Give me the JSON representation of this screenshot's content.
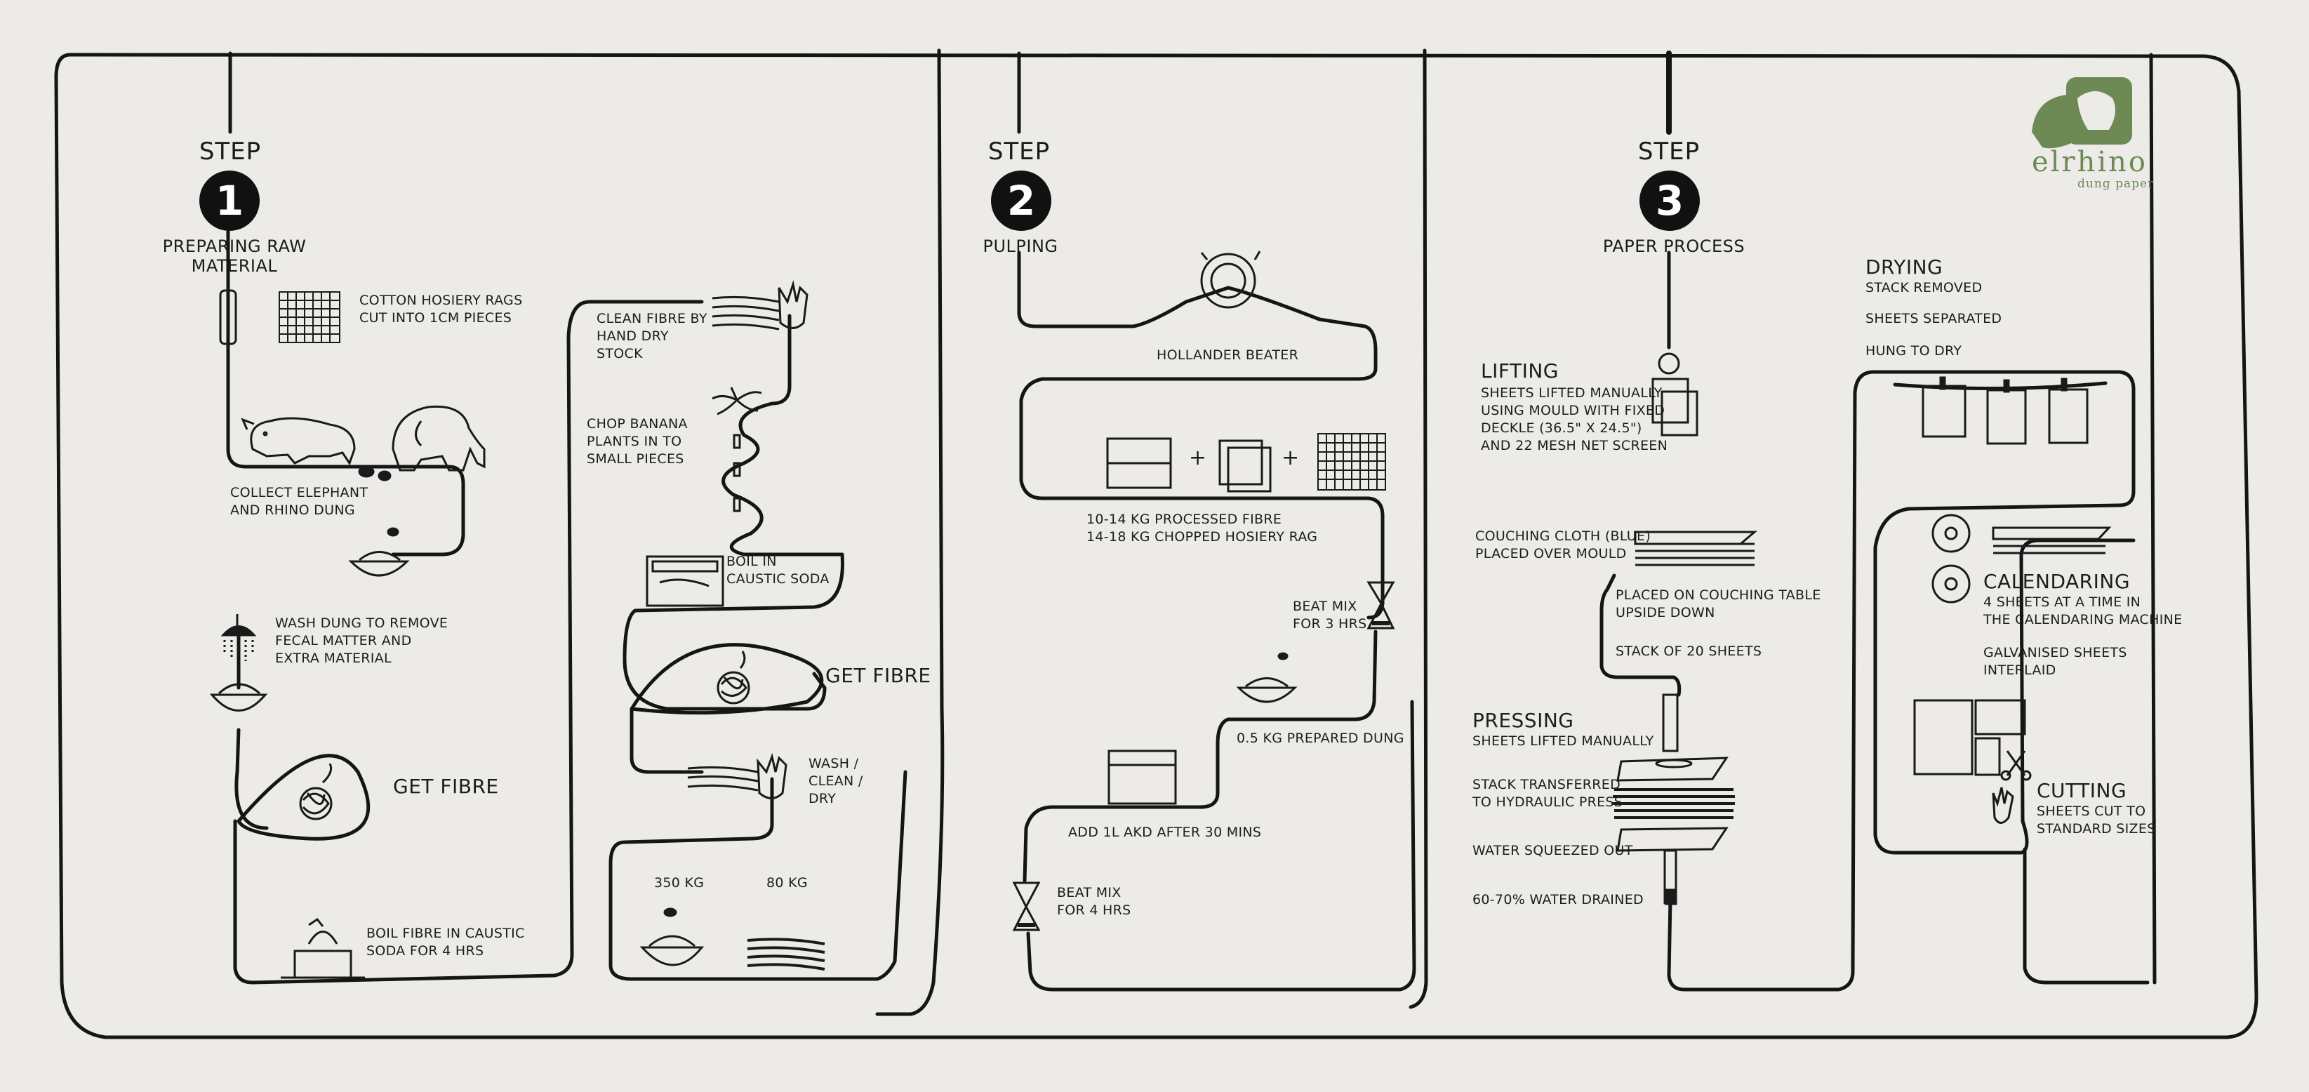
{
  "brand": {
    "name": "elrhino",
    "tagline": "dung paper",
    "color": "#6d8a55"
  },
  "steps": [
    {
      "word": "STEP",
      "number": "1",
      "title": "PREPARING RAW MATERIAL"
    },
    {
      "word": "STEP",
      "number": "2",
      "title": "PULPING"
    },
    {
      "word": "STEP",
      "number": "3",
      "title": "PAPER PROCESS"
    }
  ],
  "step1": {
    "rags": "COTTON HOSIERY RAGS\nCUT INTO 1CM PIECES",
    "collect": "COLLECT ELEPHANT\nAND RHINO DUNG",
    "wash": "WASH DUNG TO REMOVE\nFECAL MATTER AND\nEXTRA MATERIAL",
    "get_fibre": "GET FIBRE",
    "boil": "BOIL FIBRE IN CAUSTIC\nSODA FOR 4 HRS",
    "clean_fibre": "CLEAN FIBRE BY\nHAND DRY\nSTOCK",
    "chop": "CHOP BANANA\nPLANTS IN TO\nSMALL PIECES",
    "boil_soda": "BOIL IN\nCAUSTIC SODA",
    "get_fibre_2": "GET FIBRE",
    "wash_clean": "WASH /\nCLEAN /\nDRY",
    "qty_350": "350 KG",
    "qty_80": "80 KG"
  },
  "step2": {
    "beater": "HOLLANDER BEATER",
    "fibre": "10-14 KG PROCESSED FIBRE\n14-18 KG CHOPPED HOSIERY RAG",
    "plus": "+",
    "beat3": "BEAT MIX\nFOR 3 HRS",
    "dung": "0.5 KG PREPARED DUNG",
    "akd": "ADD 1L AKD AFTER 30 MINS",
    "beat4": "BEAT MIX\nFOR 4 HRS"
  },
  "step3": {
    "lifting_title": "LIFTING",
    "lifting": "SHEETS LIFTED MANUALLY\nUSING MOULD WITH FIXED\nDECKLE (36.5\" X 24.5\")\nAND 22 MESH NET SCREEN",
    "couching": "COUCHING CLOTH (BLUE)\nPLACED OVER MOULD",
    "placed": "PLACED ON COUCHING TABLE\nUPSIDE DOWN",
    "stack": "STACK OF 20 SHEETS",
    "pressing_title": "PRESSING",
    "pressing": "SHEETS LIFTED MANUALLY",
    "transfer": "STACK TRANSFERRED\nTO HYDRAULIC PRESS",
    "squeeze": "WATER SQUEEZED OUT",
    "drained": "60-70% WATER DRAINED",
    "drying_title": "DRYING",
    "stack_removed": "STACK REMOVED",
    "separated": "SHEETS SEPARATED",
    "hung": "HUNG TO DRY",
    "calendaring_title": "CALENDARING",
    "calendaring": "4 SHEETS AT A TIME IN\nTHE CALENDARING MACHINE",
    "galvanised": "GALVANISED SHEETS\nINTERLAID",
    "cutting_title": "CUTTING",
    "cutting": "SHEETS CUT TO\nSTANDARD SIZES"
  }
}
